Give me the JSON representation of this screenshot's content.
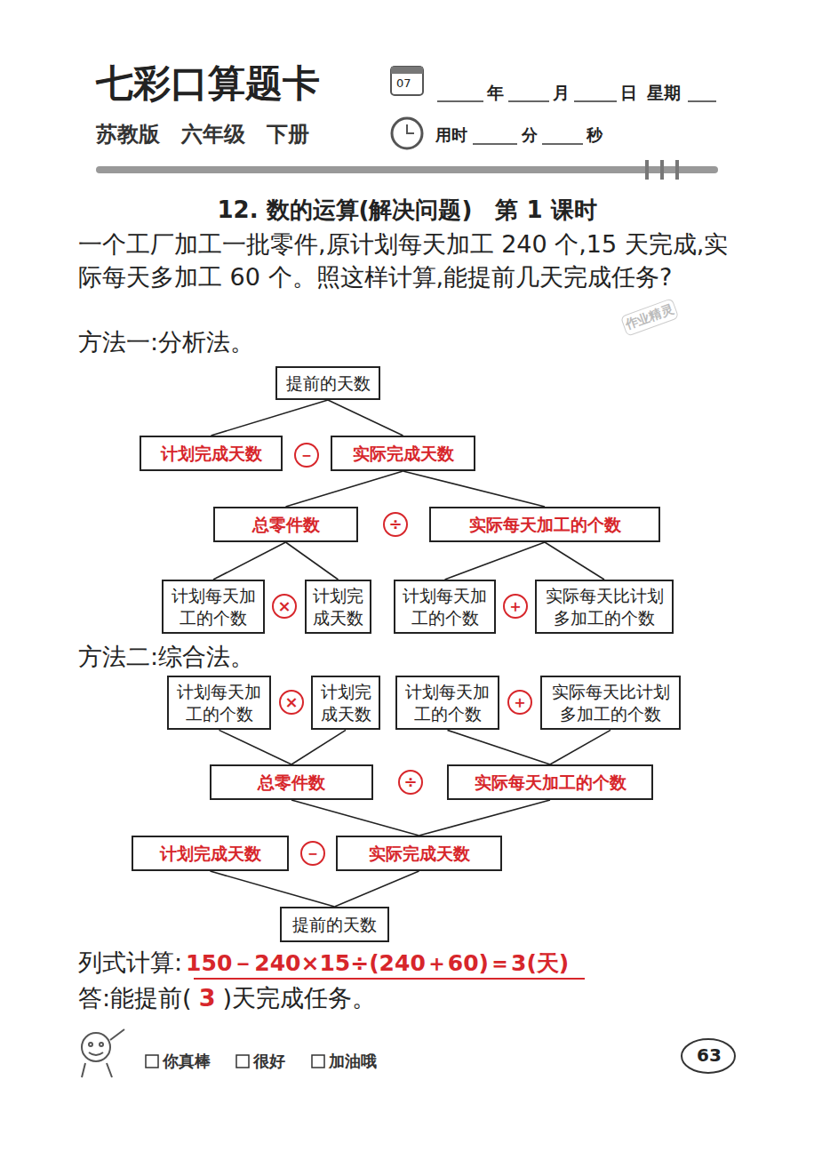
{
  "diagram": {
    "title": "12. 数的运算(解决问题)　第 1 课时",
    "nodes": [
      {
        "text": [
          "提前的天数"
        ]
      },
      {
        "text": [
          "计划完成天数"
        ]
      },
      {
        "text": [
          "－"
        ]
      },
      {
        "text": [
          "实际完成天数"
        ]
      },
      {
        "text": [
          "总零件数"
        ]
      },
      {
        "text": [
          "÷"
        ]
      },
      {
        "text": [
          "实际每天加工的个数"
        ]
      },
      {
        "text": [
          "计划每天加工的个数"
        ]
      },
      {
        "text": [
          "×"
        ]
      },
      {
        "text": [
          "计划完成天数"
        ]
      },
      {
        "text": [
          "计划每天加工的个数"
        ]
      },
      {
        "text": [
          "＋"
        ]
      },
      {
        "text": [
          "实际每天比计划多加工的个数"
        ]
      },
      {
        "text": [
          "计划每天加工的个数"
        ]
      },
      {
        "text": [
          "×"
        ]
      },
      {
        "text": [
          "计划完成天数"
        ]
      },
      {
        "text": [
          "计划每天加工的个数"
        ]
      },
      {
        "text": [
          "＋"
        ]
      },
      {
        "text": [
          "实际每天比计划多加工的个数"
        ]
      },
      {
        "text": [
          "总零件数"
        ]
      },
      {
        "text": [
          "÷"
        ]
      },
      {
        "text": [
          "实际每天加工的个数"
        ]
      },
      {
        "text": [
          "计划完成天数"
        ]
      },
      {
        "text": [
          "－"
        ]
      },
      {
        "text": [
          "实际完成天数"
        ]
      },
      {
        "text": [
          "提前的天数"
        ]
      }
    ],
    "edges": [
      {
        "from": 0,
        "to": 1,
        "arrow": "none"
      },
      {
        "from": 0,
        "to": 3,
        "arrow": "none"
      },
      {
        "from": 3,
        "to": 4,
        "arrow": "none"
      },
      {
        "from": 3,
        "to": 6,
        "arrow": "none"
      },
      {
        "from": 4,
        "to": 7,
        "arrow": "none"
      },
      {
        "from": 4,
        "to": 9,
        "arrow": "none"
      },
      {
        "from": 6,
        "to": 10,
        "arrow": "none"
      },
      {
        "from": 6,
        "to": 12,
        "arrow": "none"
      },
      {
        "from": 13,
        "to": 19,
        "arrow": "none"
      },
      {
        "from": 15,
        "to": 19,
        "arrow": "none"
      },
      {
        "from": 16,
        "to": 21,
        "arrow": "none"
      },
      {
        "from": 18,
        "to": 21,
        "arrow": "none"
      },
      {
        "from": 19,
        "to": 24,
        "arrow": "none"
      },
      {
        "from": 21,
        "to": 24,
        "arrow": "none"
      },
      {
        "from": 22,
        "to": 25,
        "arrow": "none"
      },
      {
        "from": 24,
        "to": 25,
        "arrow": "none"
      }
    ],
    "labels": [
      "七彩口算题卡",
      "苏教版　六年级　下册",
      "07",
      "年",
      "月",
      "日",
      "星期",
      "用时",
      "分",
      "秒",
      "一个工厂加工一批零件,原计划每天加工 240 个,15 天完成,实际每天多加工 60 个。照这样计算,能提前几天完成任务?",
      "方法一:分析法。",
      "方法二:综合法。",
      "列式计算:",
      "150－240×15÷(240＋60)＝3(天)",
      "答:能提前(",
      "3",
      ")天完成任务。",
      "你真棒",
      "很好",
      "加油哦",
      "63",
      "作业精灵"
    ]
  }
}
